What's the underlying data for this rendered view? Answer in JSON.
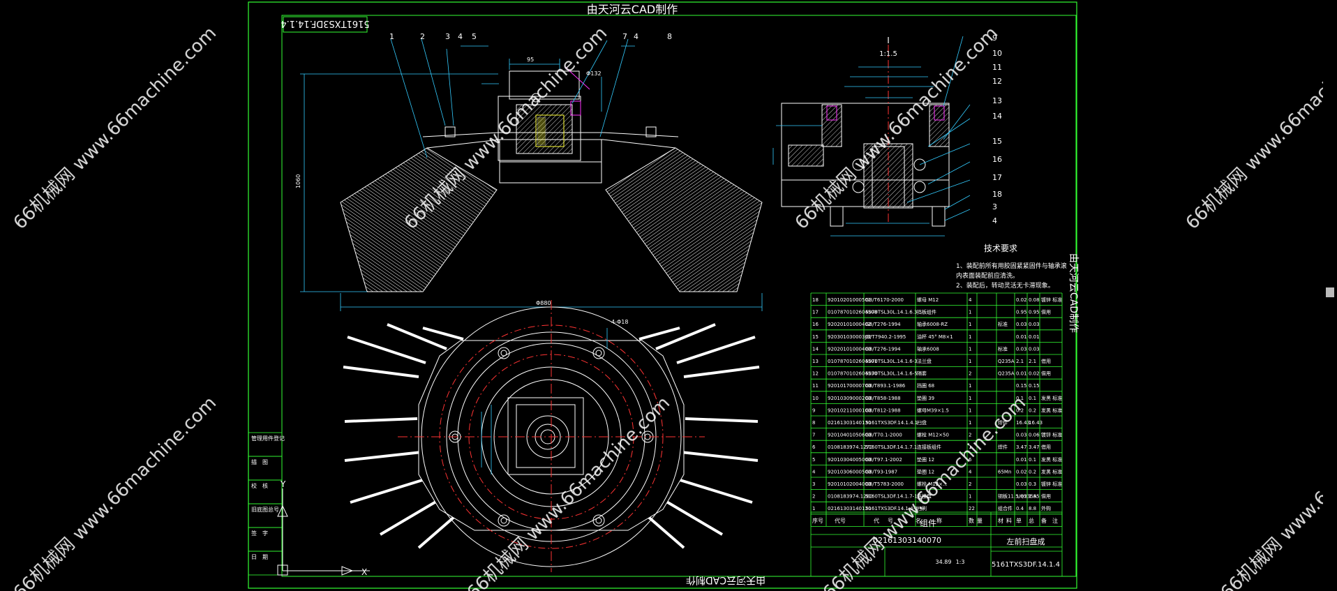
{
  "colors": {
    "background": "#000000",
    "frame": "#33ff33",
    "geometry": "#ffffff",
    "dimension": "#33ccff",
    "centerline": "#ff3333",
    "text": "#ffffff",
    "yellow": "#ffff33",
    "magenta": "#ff33ff",
    "watermark": "#ffffff"
  },
  "header_banner": "由天河云CAD制作",
  "footer_banner": "由天河云CAD制作",
  "side_banner": "由天河云CAD制作",
  "drawing_code_mirrored": "5161TXS3DF.14.1.4",
  "watermarks": [
    "66机械网 www.66machine.com"
  ],
  "section_label": "I",
  "scale_label": "1:1.5",
  "balloons_front": [
    "1",
    "2",
    "3",
    "4",
    "5",
    "7",
    "4",
    "8"
  ],
  "balloons_section": [
    "9",
    "10",
    "11",
    "12",
    "13",
    "14",
    "15",
    "16",
    "17",
    "18",
    "3",
    "4"
  ],
  "tech_req": {
    "title": "技术要求",
    "lines": [
      "1、装配前所有用胶固紧紧固件与轴承滚",
      "   内表面装配前应清洗。",
      "2、装配后，转动灵活无卡滞现象。"
    ]
  },
  "bom_rows": [
    [
      "18",
      "92010201000501",
      "GB/T6170-2000",
      "螺母 M12",
      "4",
      "",
      "",
      "0.02",
      "0.08",
      "镀锌 标准"
    ],
    [
      "17",
      "0107870102604508",
      "5070TSL30L.14.1.6.3",
      "挡板组件",
      "1",
      "",
      "",
      "0.95",
      "0.95",
      "借用"
    ],
    [
      "16",
      "92020101000402",
      "GB/T276-1994",
      "轴承6008-RZ",
      "1",
      "",
      "标准",
      "0.03",
      "0.03",
      ""
    ],
    [
      "15",
      "92030103000302",
      "JB/T7940.2-1995",
      "油杯 45° M8×1",
      "1",
      "",
      "",
      "0.01",
      "0.01",
      ""
    ],
    [
      "14",
      "92020101000400",
      "GB/T276-1994",
      "轴承6008",
      "1",
      "",
      "标准",
      "0.03",
      "0.03",
      ""
    ],
    [
      "13",
      "0107870102604501",
      "5070TSL30L.14.1.6-3",
      "法兰盘",
      "1",
      "",
      "Q235A",
      "2.1",
      "2.1",
      "借用"
    ],
    [
      "12",
      "0107870102604530",
      "5070TSL30L.14.1.6-5",
      "隔套",
      "2",
      "",
      "Q235A",
      "0.01",
      "0.02",
      "借用"
    ],
    [
      "11",
      "92010170000700",
      "GB/T893.1-1986",
      "挡圈 68",
      "1",
      "",
      "",
      "0.15",
      "0.15",
      ""
    ],
    [
      "10",
      "92010309000200",
      "GB/T858-1988",
      "垫圈 39",
      "1",
      "",
      "",
      "0.1",
      "0.1",
      "发黑 标准"
    ],
    [
      "9",
      "92010211000100",
      "GB/T812-1988",
      "螺母M39×1.5",
      "1",
      "",
      "",
      "0.2",
      "0.2",
      "发黑 标准"
    ],
    [
      "8",
      "02161303140130",
      "5161TXS3DF.14.1.4.1",
      "扫盘",
      "1",
      "",
      "焊件",
      "16.43",
      "16.43",
      ""
    ],
    [
      "7",
      "92010401050600",
      "GB/T70.1-2000",
      "螺栓 M12×50",
      "2",
      "",
      "",
      "0.03",
      "0.06",
      "镀锌 标准"
    ],
    [
      "6",
      "0108183974.1270",
      "5160TSL3DF.14.1.7.1",
      "连接板组件",
      "1",
      "",
      "焊件",
      "3.47",
      "3.47",
      "借用"
    ],
    [
      "5",
      "92010304005000",
      "GB/T97.1-2002",
      "垫圈 12",
      "6",
      "",
      "",
      "0.01",
      "0.1",
      "发黑 标准"
    ],
    [
      "4",
      "92010306000500",
      "GB/T93-1987",
      "垫圈 12",
      "4",
      "",
      "65Mn",
      "0.02",
      "0.2",
      "发黑 标准"
    ],
    [
      "3",
      "92010102004000",
      "GB/T5783-2000",
      "螺栓 M12×...",
      "2",
      "",
      "",
      "0.03",
      "0.3",
      "镀锌 标准"
    ],
    [
      "2",
      "0108183974.1280",
      "5160TSL3DF.14.1.7-1",
      "连接盘",
      "1",
      "",
      "钢板11.5/Q235A",
      "1.85",
      "1.85",
      "借用"
    ],
    [
      "1",
      "02161303140120",
      "5161TXS3DF.14.1.4-1",
      "扫刷",
      "22",
      "",
      "组合件",
      "0.4",
      "8.8",
      "外购"
    ]
  ],
  "bom_header": [
    "序号",
    "代号",
    "代",
    "号",
    "名",
    "称",
    "数",
    "量",
    "材",
    "料",
    "单",
    "总",
    "备",
    "注"
  ],
  "title_block": {
    "assembly": "组件",
    "part_code": "02161303140070",
    "name": "左前扫盘成",
    "drawing_no": "5161TXS3DF.14.1.4",
    "weight": "34.89",
    "scale": "1:3"
  },
  "side_table": [
    "管理用件登记",
    "描　图",
    "校　核",
    "旧底图总号",
    "签　字",
    "日　期"
  ]
}
